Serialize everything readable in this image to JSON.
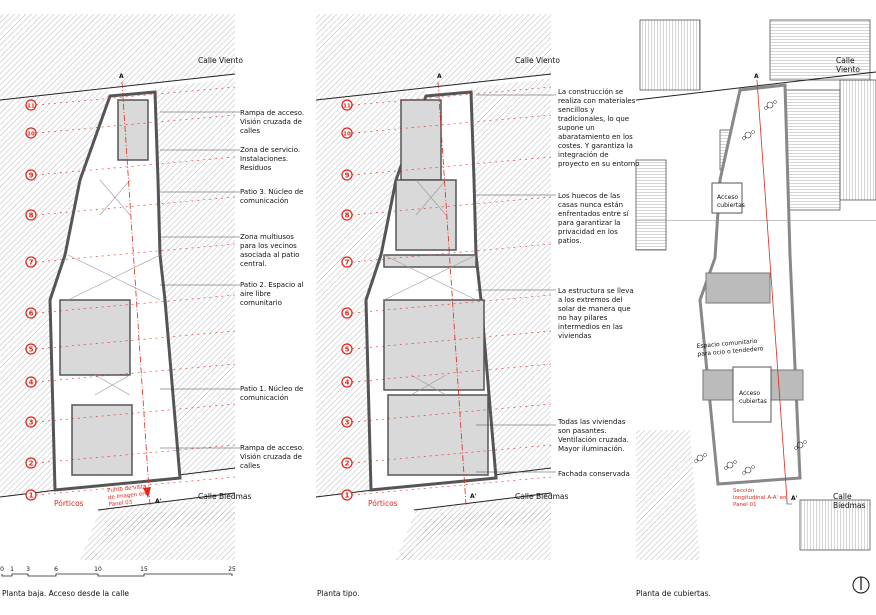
{
  "colors": {
    "accent": "#e1261c",
    "wall": "#555555",
    "fill": "#d9d9d9"
  },
  "streets": {
    "top": "Calle Viento",
    "bottom": "Calle Biedmas",
    "porticos": "Pórticos"
  },
  "section_marks": {
    "a": "A",
    "a_prime": "A'"
  },
  "axes": [
    "1",
    "2",
    "3",
    "4",
    "5",
    "6",
    "7",
    "8",
    "9",
    "10",
    "11"
  ],
  "panel1": {
    "caption": "Planta baja. Acceso desde la calle",
    "viewpoint_note": "Punto de vista de Imagen en Panel 03",
    "notes": [
      "Rampa de acceso. Visión cruzada de calles",
      "Zona de servicio. Instalaciones. Residuos",
      "Patio 3. Núcleo de comunicación",
      "Zona multiusos para los vecinos asociada al patio central.",
      "Patio 2. Espacio al aire libre comunitario",
      "Patio 1. Núcleo de comunicación",
      "Rampa de acceso. Visión cruzada de calles"
    ],
    "scale": {
      "ticks": [
        "0",
        "1",
        "3",
        "6",
        "10",
        "15",
        "25"
      ]
    }
  },
  "panel2": {
    "caption": "Planta tipo.",
    "notes": [
      "La construcción se realiza con materiales sencillos y tradicionales, lo que supone un abaratamiento en los costes. Y garantiza la integración de proyecto en su entorno",
      "Los huecos de las casas nunca están enfrentados entre sí para garantizar la privacidad en los patios.",
      "La estructura se lleva a los extremos del solar de manera que no hay pilares intermedios en las viviendas",
      "Todas las viviendas son pasantes. Ventilación cruzada. Mayor iluminación.",
      "Fachada conservada"
    ]
  },
  "panel3": {
    "caption": "Planta de cubiertas.",
    "labels": [
      "Acceso cubiertas",
      "Espacio comunitario para ocio o tendedero",
      "Acceso cubiertas"
    ],
    "section_note": "Sección longitudinal A-A' en Panel 01",
    "north_icon": "north-arrow-icon"
  }
}
